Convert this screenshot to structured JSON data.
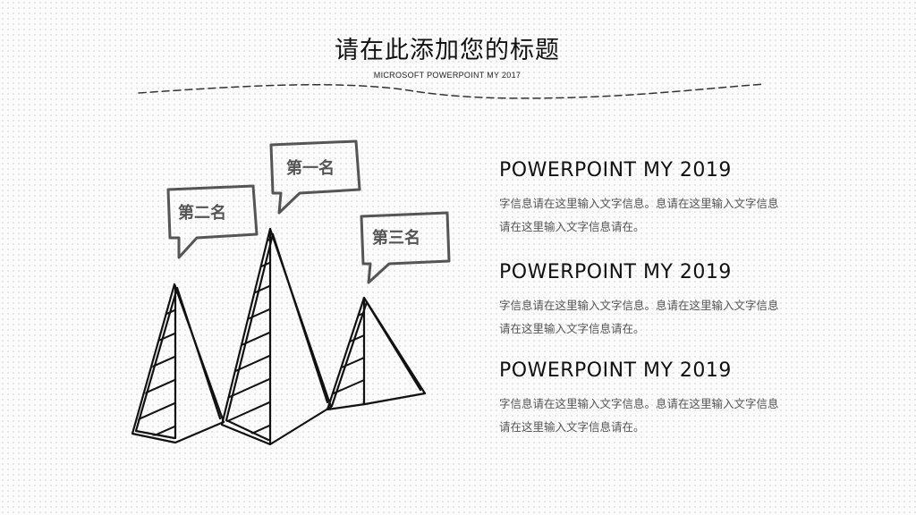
{
  "slide": {
    "title": "请在此添加您的标题",
    "subtitle": "MICROSOFT POWERPOINT MY 2017"
  },
  "rankings": [
    {
      "label": "第一名"
    },
    {
      "label": "第二名"
    },
    {
      "label": "第三名"
    }
  ],
  "items": [
    {
      "title": "POWERPOINT MY 2019",
      "text": "字信息请在这里输入文字信息。息请在这里输入文字信息请在这里输入文字信息请在。"
    },
    {
      "title": "POWERPOINT MY 2019",
      "text": "字信息请在这里输入文字信息。息请在这里输入文字信息请在这里输入文字信息请在。"
    },
    {
      "title": "POWERPOINT MY 2019",
      "text": "字信息请在这里输入文字信息。息请在这里输入文字信息请在这里输入文字信息请在。"
    }
  ]
}
